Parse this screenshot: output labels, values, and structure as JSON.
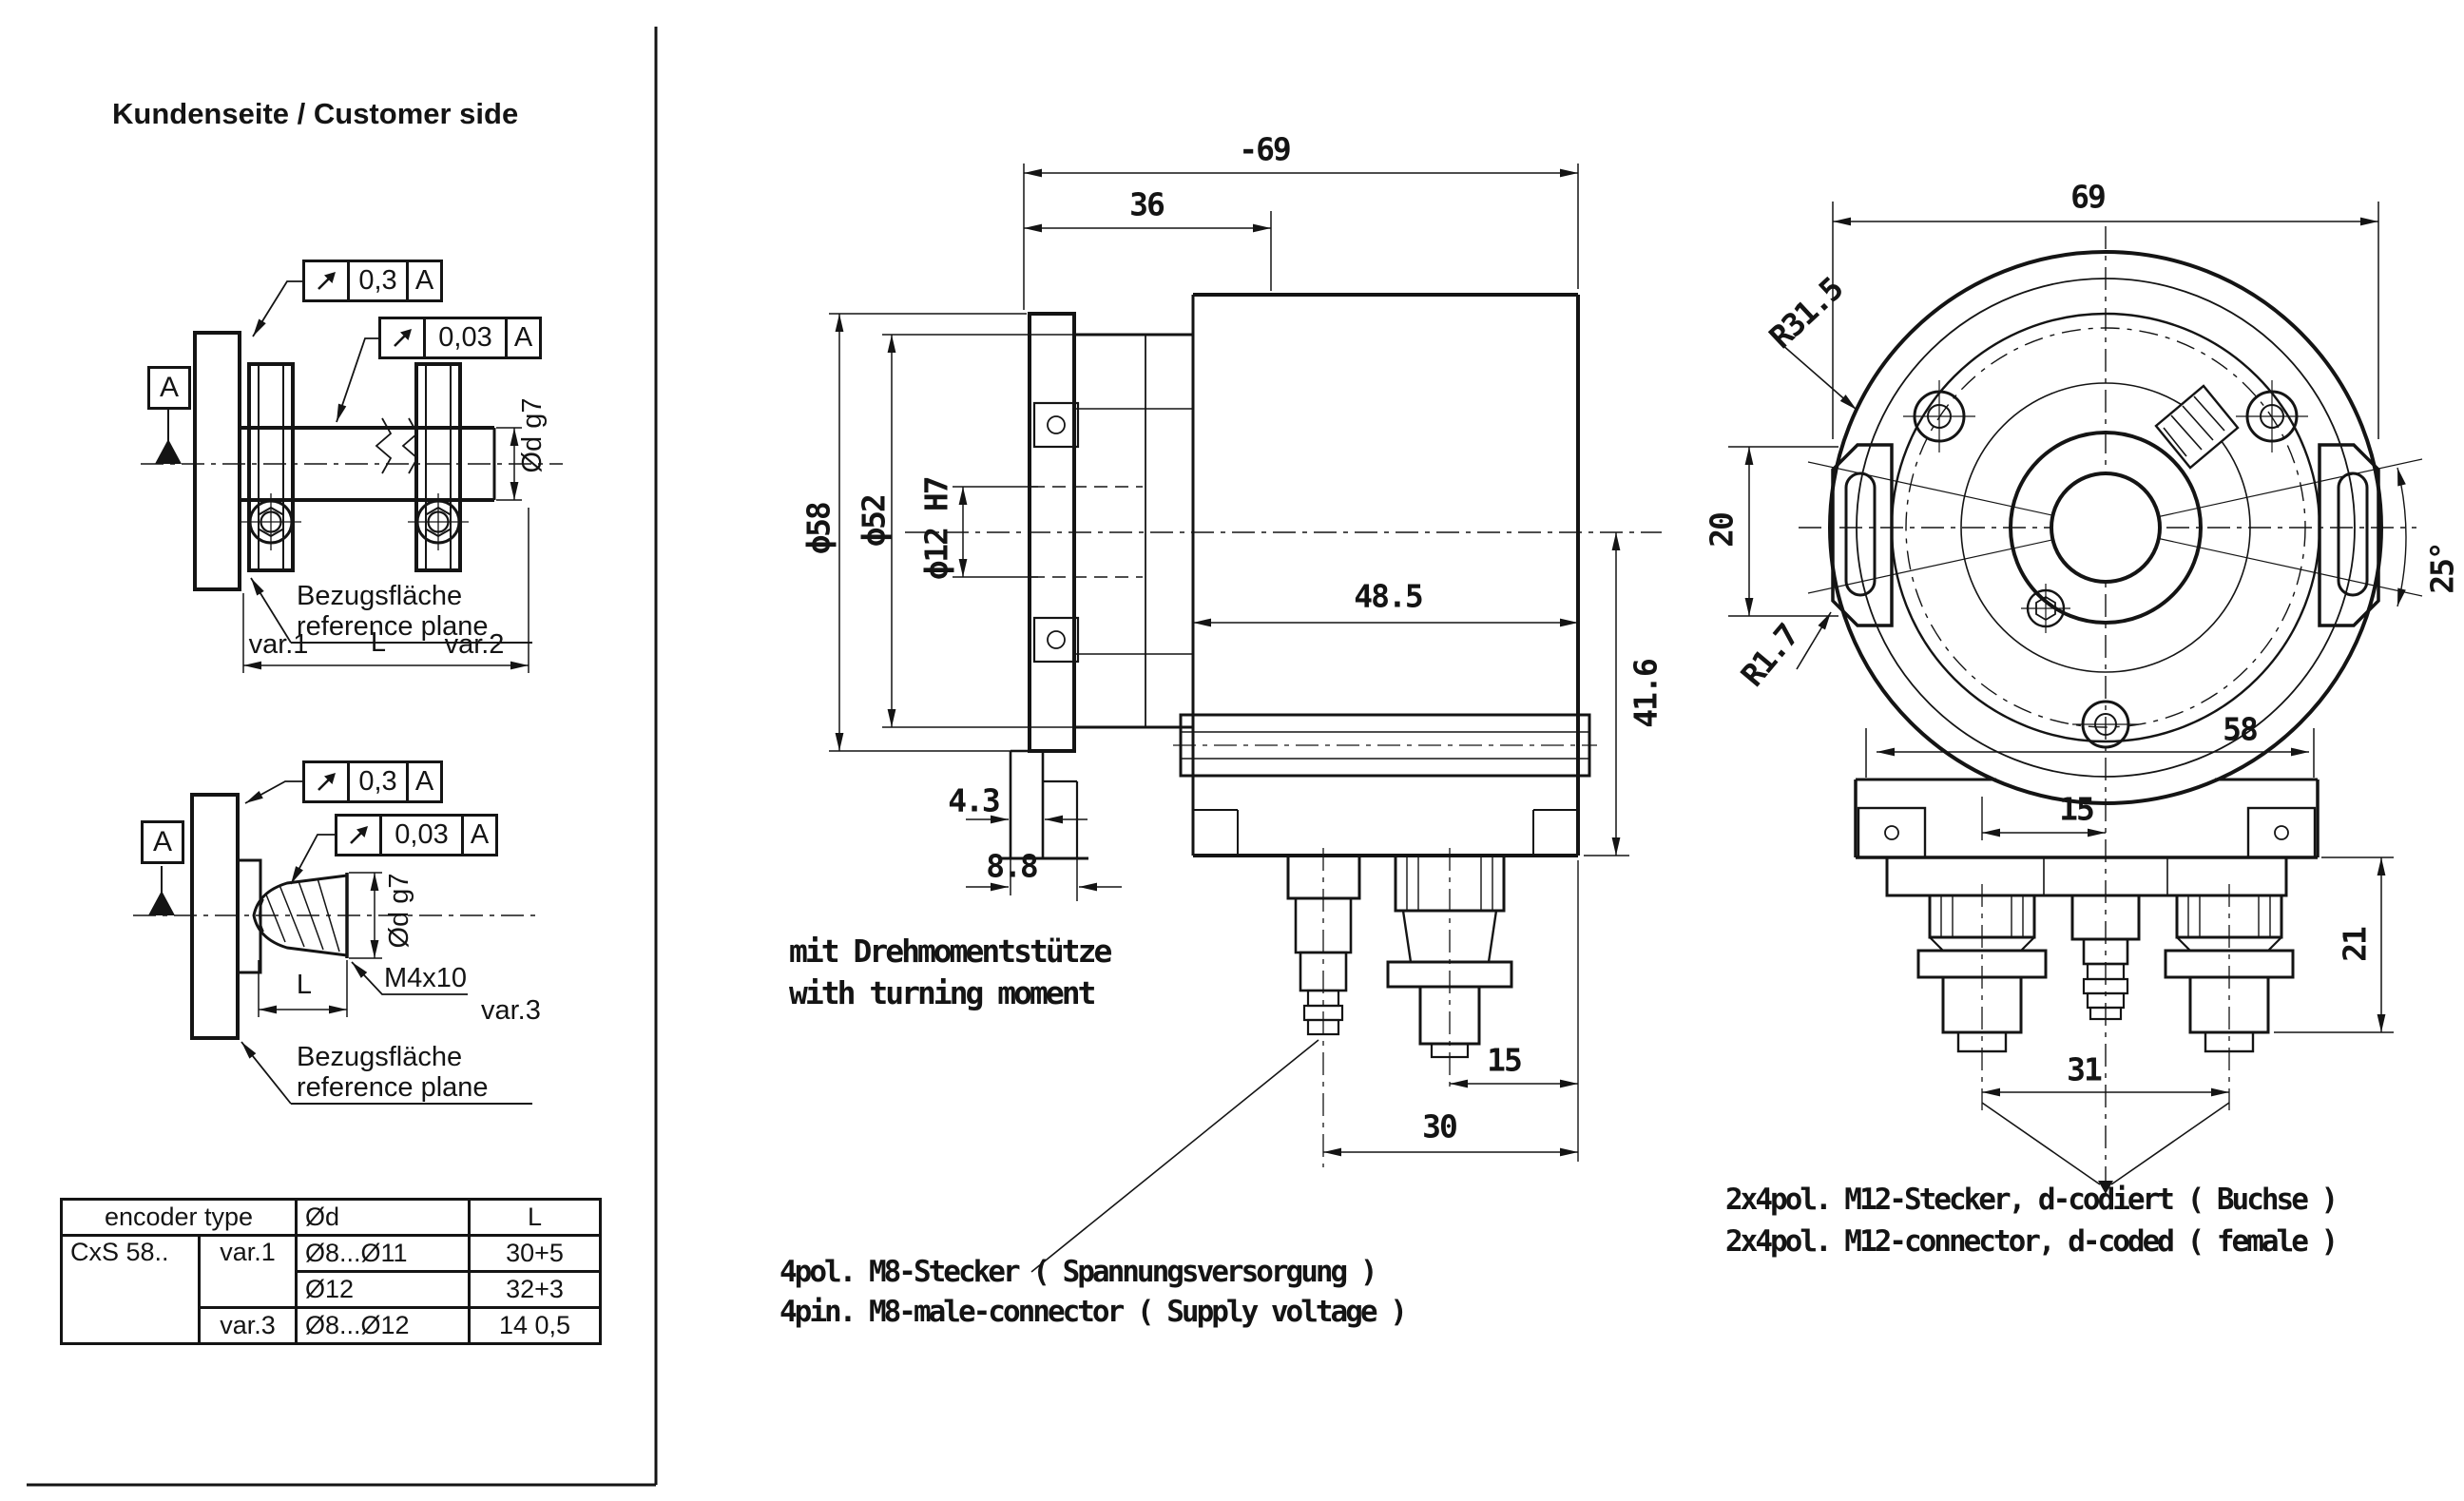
{
  "customer_panel": {
    "title": "Kundenseite / Customer side",
    "datum_flag": "A",
    "gdt": {
      "runout1": "0,3",
      "runout2": "0,03",
      "datum_ref": "A"
    },
    "shaft_dim": "Ød g7",
    "ref_plane_de": "Bezugsfläche",
    "ref_plane_en": "reference plane",
    "var1": "var.1",
    "var2": "var.2",
    "var3": "var.3",
    "length_label": "L",
    "thread_label": "M4x10",
    "table": {
      "header_encoder_type": "encoder type",
      "header_d": "Ød",
      "header_l": "L",
      "encoder": "CxS 58..",
      "rows": [
        {
          "variant": "var.1",
          "d": "Ø8...Ø11",
          "l": "30+5"
        },
        {
          "d": "Ø12",
          "l": "32+3"
        },
        {
          "variant": "var.3",
          "d": "Ø8...Ø12",
          "l": "14 0,5"
        }
      ]
    }
  },
  "side_view": {
    "dims": {
      "overall": "-69",
      "front_length": "36",
      "flange_d": "ϕ58",
      "pilot_d": "ϕ52",
      "bore_d": "ϕ12 H7",
      "body_length": "48.5",
      "height_axis": "41.6",
      "bracket_t": "4.3",
      "bracket_offset": "8.8",
      "m12_offset": "15",
      "m8_offset": "30"
    },
    "note_de": "mit Drehmomentstütze",
    "note_en": "with turning moment",
    "connector_label_de": "4pol. M8-Stecker ( Spannungsversorgung )",
    "connector_label_en": "4pin. M8-male-connector ( Supply voltage )"
  },
  "rear_view": {
    "dims": {
      "width": "69",
      "radius_body": "R31.5",
      "ear_h": "20",
      "radius_ear": "R1.7",
      "angle": "25°",
      "body_w": "58",
      "m8_offset": "15",
      "conn_h": "21",
      "m12_pitch": "31"
    },
    "connector_label_de": "2x4pol. M12-Stecker, d-codiert ( Buchse )",
    "connector_label_en": "2x4pol. M12-connector, d-coded ( female )"
  }
}
